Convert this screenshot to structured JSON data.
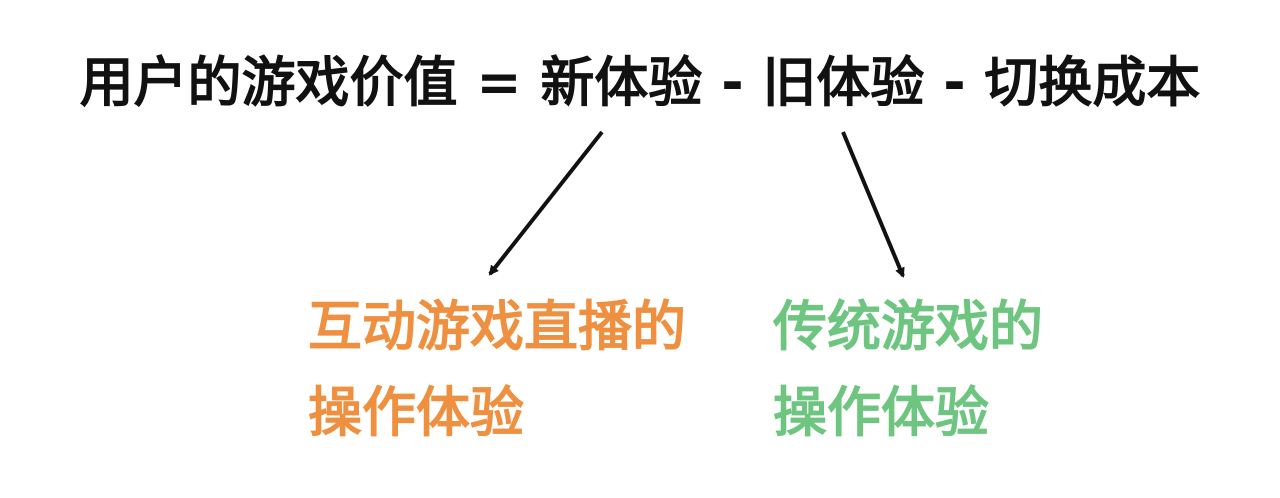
{
  "formula": "用户的游戏价值 = 新体验 - 旧体验 - 切换成本",
  "new_experience": {
    "line1": "互动游戏直播的",
    "line2": "操作体验",
    "color": "#ee9040"
  },
  "old_experience": {
    "line1": "传统游戏的",
    "line2": "操作体验",
    "color": "#6dc580"
  }
}
